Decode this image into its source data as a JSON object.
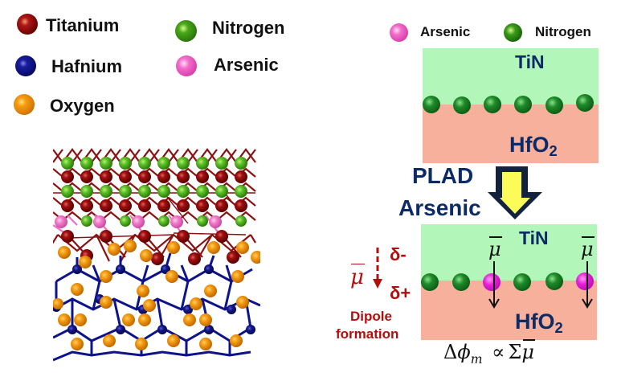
{
  "legend_left": {
    "items": [
      {
        "label": "Titanium",
        "color": "#8b0a0a"
      },
      {
        "label": "Hafnium",
        "color": "#0a0f7a"
      },
      {
        "label": "Oxygen",
        "color": "#e6860d"
      },
      {
        "label": "Nitrogen",
        "color": "#3a8f12"
      },
      {
        "label": "Arsenic",
        "color": "#ee5fc4"
      }
    ]
  },
  "legend_right": {
    "items": [
      {
        "label": "Arsenic",
        "color": "#ee5fc4"
      },
      {
        "label": "Nitrogen",
        "color": "#1f7a1f"
      }
    ]
  },
  "top_stack": {
    "upper_layer": "TiN",
    "lower_layer_base": "HfO",
    "lower_layer_sub": "2",
    "interface_atoms": [
      "Nitrogen",
      "Nitrogen",
      "Nitrogen",
      "Nitrogen",
      "Nitrogen",
      "Nitrogen"
    ]
  },
  "process": {
    "line1": "PLAD",
    "line2": "Arsenic",
    "arrow": "down-arrow"
  },
  "bottom_stack": {
    "upper_layer": "TiN",
    "lower_layer_base": "HfO",
    "lower_layer_sub": "2",
    "interface_atoms": [
      "Nitrogen",
      "Nitrogen",
      "Arsenic",
      "Nitrogen",
      "Nitrogen",
      "Arsenic"
    ],
    "dipole_symbol": "μ"
  },
  "dipole_annotation": {
    "symbol": "μ",
    "delta_minus": "δ-",
    "delta_plus": "δ+",
    "line1": "Dipole",
    "line2": "formation"
  },
  "formula": {
    "delta": "Δ",
    "phi": "ϕ",
    "sub": "m",
    "prop": "∝",
    "sum": "Σ",
    "mu": "μ"
  },
  "colors": {
    "tin_layer": "#b2f7b9",
    "hfo2_layer": "#f7b09c",
    "label_navy": "#0c2a66",
    "dipole_red": "#b50d0d",
    "arrow_fill": "#fbfb5a",
    "arrow_border": "#12223f"
  }
}
